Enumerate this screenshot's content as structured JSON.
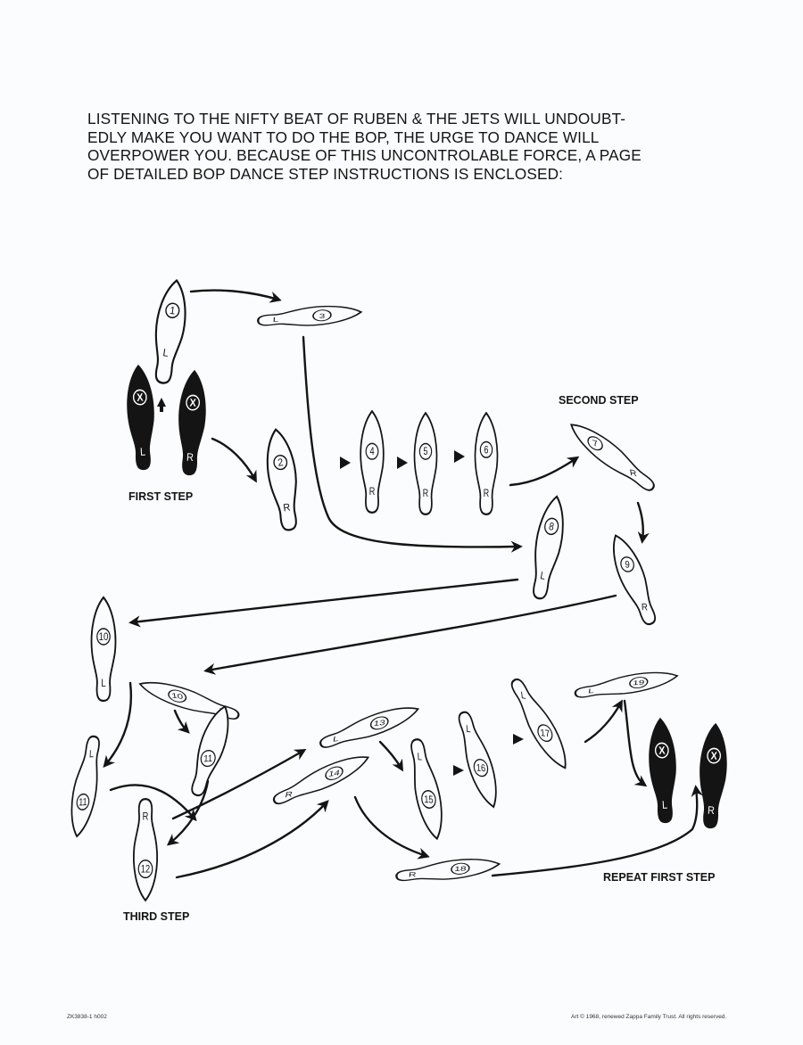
{
  "intro_lines": [
    "LISTENING TO THE NIFTY BEAT OF RUBEN & THE JETS WILL UNDOUBT-",
    "EDLY MAKE YOU WANT TO DO THE BOP, THE URGE TO DANCE WILL",
    "OVERPOWER YOU. BECAUSE OF THIS UNCONTROLABLE FORCE, A PAGE",
    "OF DETAILED BOP DANCE STEP INSTRUCTIONS IS ENCLOSED:"
  ],
  "captions": {
    "first": "FIRST STEP",
    "second": "SECOND STEP",
    "third": "THIRD STEP",
    "repeat": "REPEAT FIRST STEP"
  },
  "footer": {
    "code": "ZK3838-1 h002",
    "credit": "Art © 1968, renewed Zappa Family Trust. All rights reserved."
  },
  "footprints": [
    {
      "id": "1",
      "foot": "L",
      "style": "outline"
    },
    {
      "id": "2",
      "foot": "R",
      "style": "outline"
    },
    {
      "id": "3",
      "foot": "L",
      "style": "outline"
    },
    {
      "id": "4",
      "foot": "R",
      "style": "outline"
    },
    {
      "id": "5",
      "foot": "R",
      "style": "outline"
    },
    {
      "id": "6",
      "foot": "R",
      "style": "outline"
    },
    {
      "id": "7",
      "foot": "R",
      "style": "outline"
    },
    {
      "id": "8",
      "foot": "L",
      "style": "outline"
    },
    {
      "id": "9",
      "foot": "R",
      "style": "outline"
    },
    {
      "id": "10",
      "foot": "L",
      "style": "outline"
    },
    {
      "id": "10",
      "foot": "R",
      "style": "outline"
    },
    {
      "id": "11",
      "foot": "",
      "style": "outline"
    },
    {
      "id": "11",
      "foot": "L",
      "style": "outline"
    },
    {
      "id": "12",
      "foot": "R",
      "style": "outline"
    },
    {
      "id": "13",
      "foot": "L",
      "style": "outline"
    },
    {
      "id": "14",
      "foot": "R",
      "style": "outline"
    },
    {
      "id": "15",
      "foot": "L",
      "style": "outline"
    },
    {
      "id": "16",
      "foot": "L",
      "style": "outline"
    },
    {
      "id": "17",
      "foot": "L",
      "style": "outline"
    },
    {
      "id": "18",
      "foot": "R",
      "style": "outline"
    },
    {
      "id": "19",
      "foot": "L",
      "style": "outline"
    },
    {
      "id": "X",
      "foot": "L",
      "style": "solid"
    },
    {
      "id": "X",
      "foot": "R",
      "style": "solid"
    },
    {
      "id": "X",
      "foot": "L",
      "style": "solid"
    },
    {
      "id": "X",
      "foot": "R",
      "style": "solid"
    }
  ]
}
